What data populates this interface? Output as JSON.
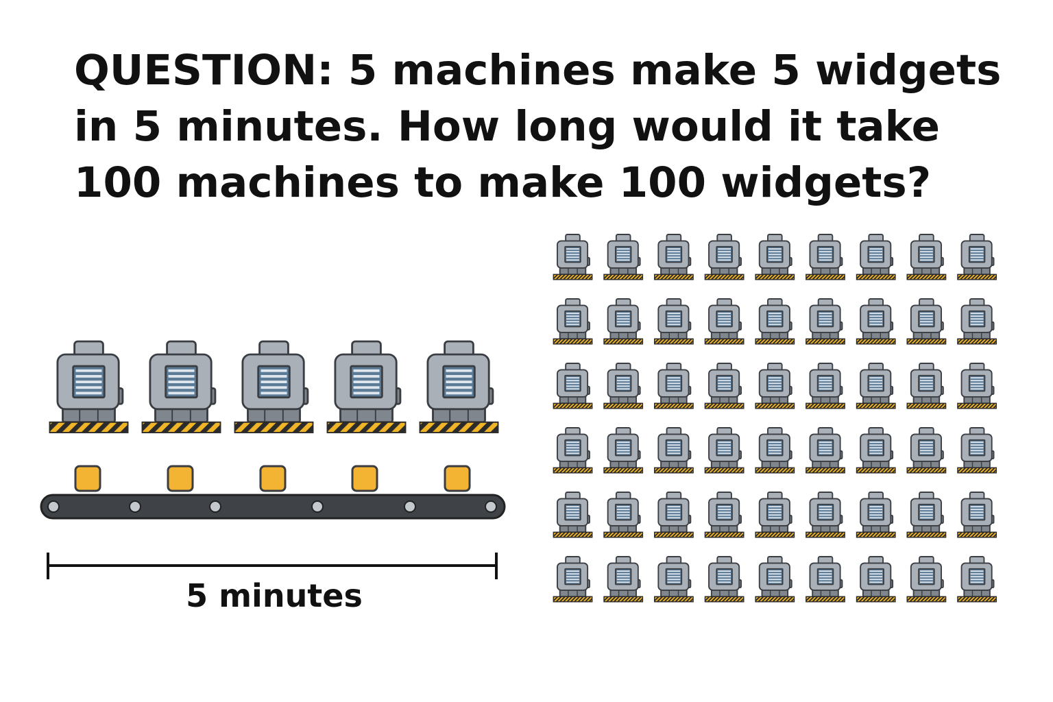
{
  "question": {
    "lines": [
      "QUESTION: 5 machines make 5 widgets",
      "in 5 minutes. How long would it take",
      "100 machines to make 100 widgets?"
    ]
  },
  "scenario_small": {
    "machine_count": 5,
    "widget_count": 5,
    "duration_label": "5 minutes"
  },
  "scenario_large": {
    "machines_shown": 54,
    "grid_rows": 6,
    "grid_cols": 9
  },
  "colors": {
    "machine_body": "#a9b0b8",
    "machine_dark": "#7f868d",
    "screen": "#5b7a96",
    "outline": "#3a3d41",
    "hazard_yellow": "#f0b429",
    "hazard_black": "#2b2b2b",
    "widget": "#f4b433",
    "conveyor_belt": "#3f4347",
    "roller": "#c4c9ce",
    "text": "#111111"
  },
  "icons": {
    "machine": "industrial-machine-icon",
    "widget": "widget-box-icon",
    "conveyor": "conveyor-belt-icon"
  }
}
